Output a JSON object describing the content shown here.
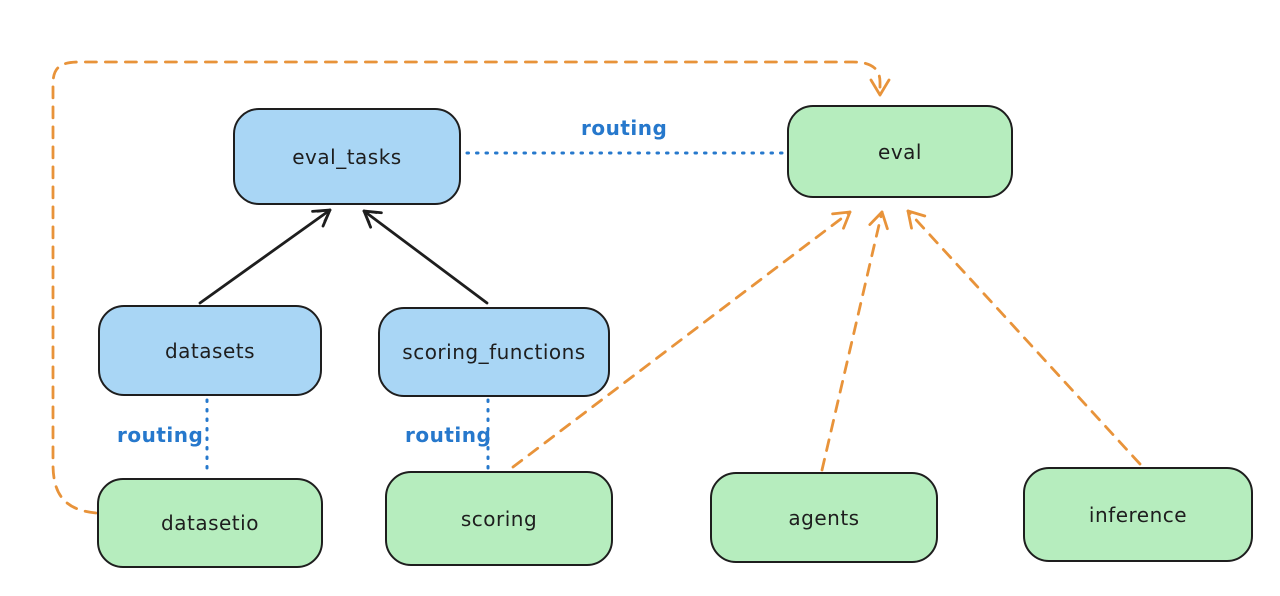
{
  "diagram": {
    "title": "",
    "nodes": [
      {
        "id": "eval_tasks",
        "label": "eval_tasks",
        "kind": "registry",
        "fill": "#a9d6f5"
      },
      {
        "id": "eval",
        "label": "eval",
        "kind": "api",
        "fill": "#b6edbe"
      },
      {
        "id": "datasets",
        "label": "datasets",
        "kind": "registry",
        "fill": "#a9d6f5"
      },
      {
        "id": "scoring_functions",
        "label": "scoring_functions",
        "kind": "registry",
        "fill": "#a9d6f5"
      },
      {
        "id": "datasetio",
        "label": "datasetio",
        "kind": "api",
        "fill": "#b6edbe"
      },
      {
        "id": "scoring",
        "label": "scoring",
        "kind": "api",
        "fill": "#b6edbe"
      },
      {
        "id": "agents",
        "label": "agents",
        "kind": "api",
        "fill": "#b6edbe"
      },
      {
        "id": "inference",
        "label": "inference",
        "kind": "api",
        "fill": "#b6edbe"
      }
    ],
    "edges": [
      {
        "from": "datasets",
        "to": "eval_tasks",
        "style": "solid-arrow",
        "color": "#1e1e1e",
        "label": ""
      },
      {
        "from": "scoring_functions",
        "to": "eval_tasks",
        "style": "solid-arrow",
        "color": "#1e1e1e",
        "label": ""
      },
      {
        "from": "eval_tasks",
        "to": "eval",
        "style": "dotted",
        "color": "#2678cc",
        "label": "routing"
      },
      {
        "from": "datasets",
        "to": "datasetio",
        "style": "dotted",
        "color": "#2678cc",
        "label": "routing"
      },
      {
        "from": "scoring_functions",
        "to": "scoring",
        "style": "dotted",
        "color": "#2678cc",
        "label": "routing"
      },
      {
        "from": "datasetio",
        "to": "eval",
        "style": "dashed-arrow",
        "color": "#e8933a",
        "label": ""
      },
      {
        "from": "scoring",
        "to": "eval",
        "style": "dashed-arrow",
        "color": "#e8933a",
        "label": ""
      },
      {
        "from": "agents",
        "to": "eval",
        "style": "dashed-arrow",
        "color": "#e8933a",
        "label": ""
      },
      {
        "from": "inference",
        "to": "eval",
        "style": "dashed-arrow",
        "color": "#e8933a",
        "label": ""
      }
    ],
    "colors": {
      "node_blue_fill": "#a9d6f5",
      "node_green_fill": "#b6edbe",
      "node_stroke": "#1e1e1e",
      "routing_blue": "#2678cc",
      "dashed_orange": "#e8933a",
      "background": "#ffffff"
    }
  }
}
